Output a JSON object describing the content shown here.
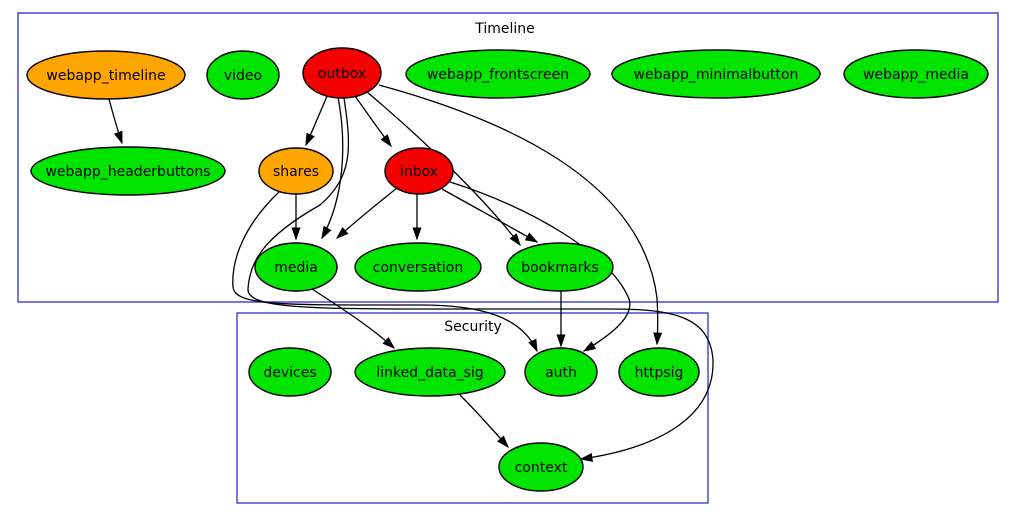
{
  "figure": {
    "background": "#ffffff",
    "cluster_border_color": "#3b3bd8",
    "node_border_color": "#000000",
    "edge_color": "#000000",
    "status_colors": {
      "green": "#00e400",
      "orange": "#ffa500",
      "red": "#f40000"
    }
  },
  "clusters": {
    "timeline": {
      "label": "Timeline"
    },
    "security": {
      "label": "Security"
    }
  },
  "nodes": {
    "webapp_timeline": {
      "label": "webapp_timeline",
      "color": "#ffa500",
      "cluster": "timeline"
    },
    "video": {
      "label": "video",
      "color": "#00e400",
      "cluster": "timeline"
    },
    "outbox": {
      "label": "outbox",
      "color": "#f40000",
      "cluster": "timeline"
    },
    "webapp_frontscreen": {
      "label": "webapp_frontscreen",
      "color": "#00e400",
      "cluster": "timeline"
    },
    "webapp_minimalbutton": {
      "label": "webapp_minimalbutton",
      "color": "#00e400",
      "cluster": "timeline"
    },
    "webapp_media": {
      "label": "webapp_media",
      "color": "#00e400",
      "cluster": "timeline"
    },
    "webapp_headerbuttons": {
      "label": "webapp_headerbuttons",
      "color": "#00e400",
      "cluster": "timeline"
    },
    "shares": {
      "label": "shares",
      "color": "#ffa500",
      "cluster": "timeline"
    },
    "inbox": {
      "label": "inbox",
      "color": "#f40000",
      "cluster": "timeline"
    },
    "media": {
      "label": "media",
      "color": "#00e400",
      "cluster": "timeline"
    },
    "conversation": {
      "label": "conversation",
      "color": "#00e400",
      "cluster": "timeline"
    },
    "bookmarks": {
      "label": "bookmarks",
      "color": "#00e400",
      "cluster": "timeline"
    },
    "devices": {
      "label": "devices",
      "color": "#00e400",
      "cluster": "security"
    },
    "linked_data_sig": {
      "label": "linked_data_sig",
      "color": "#00e400",
      "cluster": "security"
    },
    "auth": {
      "label": "auth",
      "color": "#00e400",
      "cluster": "security"
    },
    "httpsig": {
      "label": "httpsig",
      "color": "#00e400",
      "cluster": "security"
    },
    "context": {
      "label": "context",
      "color": "#00e400",
      "cluster": "security"
    }
  },
  "edges": [
    {
      "from": "webapp_timeline",
      "to": "webapp_headerbuttons"
    },
    {
      "from": "outbox",
      "to": "shares"
    },
    {
      "from": "outbox",
      "to": "inbox"
    },
    {
      "from": "outbox",
      "to": "media"
    },
    {
      "from": "outbox",
      "to": "bookmarks"
    },
    {
      "from": "outbox",
      "to": "httpsig"
    },
    {
      "from": "outbox",
      "to": "context"
    },
    {
      "from": "shares",
      "to": "media"
    },
    {
      "from": "shares",
      "to": "auth"
    },
    {
      "from": "inbox",
      "to": "media"
    },
    {
      "from": "inbox",
      "to": "conversation"
    },
    {
      "from": "inbox",
      "to": "bookmarks"
    },
    {
      "from": "inbox",
      "to": "auth"
    },
    {
      "from": "bookmarks",
      "to": "auth"
    },
    {
      "from": "media",
      "to": "linked_data_sig"
    },
    {
      "from": "linked_data_sig",
      "to": "context"
    }
  ]
}
